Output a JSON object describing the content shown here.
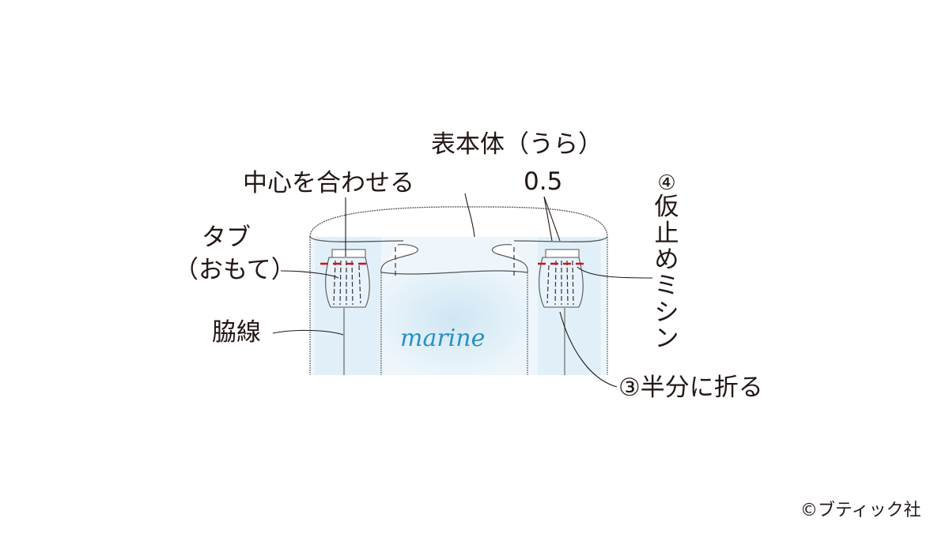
{
  "diagram": {
    "title": "Tab attachment to bag body (sewing illustration)",
    "labels": {
      "body": "表本体（うら）",
      "align_center": "中心を合わせる",
      "tab_line1": "タブ",
      "tab_line2": "（おもて）",
      "side_seam": "脇線",
      "seam_allowance": "0.5",
      "step4_num": "④",
      "step4_chars": [
        "仮",
        "止",
        "め",
        "ミ",
        "シ",
        "ン"
      ],
      "step3": "③半分に折る",
      "fabric_print": "marine"
    },
    "copyright": "©ブティック社",
    "colors": {
      "line": "#231815",
      "fabric_fill": "#d6ebf5",
      "stitch_red": "#c8161d",
      "print_blue": "#2a8fc4"
    }
  }
}
